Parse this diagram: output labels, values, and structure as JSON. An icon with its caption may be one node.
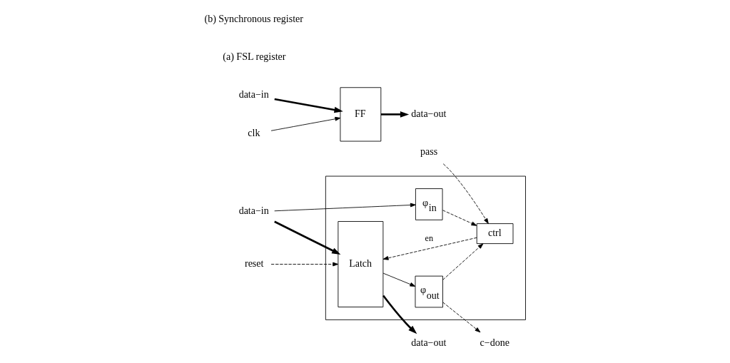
{
  "diagram": {
    "nodes": [
      {
        "text": [],
        "shape": "box"
      },
      {
        "text": [
          "Latch"
        ],
        "in": 0
      },
      {
        "text": [
          "φ$_{in}$"
        ],
        "in": 0
      },
      {
        "text": [
          "φ$_{out}$"
        ],
        "in": 0
      },
      {
        "text": [
          "ctrl"
        ],
        "in": 0
      },
      {
        "text": [
          "data−in"
        ]
      },
      {
        "text": [
          "data−out"
        ]
      },
      {
        "text": [
          "reset"
        ]
      },
      {
        "text": [
          "pass"
        ]
      },
      {
        "text": [
          "c−done"
        ]
      },
      {
        "text": [
          "FF"
        ]
      },
      {
        "text": [
          "data−in"
        ]
      },
      {
        "text": [
          "data−out"
        ]
      },
      {
        "text": [
          "clk"
        ]
      }
    ],
    "edges": [
      {
        "from": 5,
        "to": 1,
        "arrow": "to",
        "style": "thick"
      },
      {
        "from": 5,
        "to": 2,
        "arrow": "to"
      },
      {
        "from": 1,
        "to": 6,
        "arrow": "to",
        "style": "thick"
      },
      {
        "from": 1,
        "to": 3,
        "arrow": "to"
      },
      {
        "from": 7,
        "to": 1,
        "arrow": "to",
        "style": "dashed"
      },
      {
        "from": 2,
        "to": 4,
        "arrow": "to",
        "style": "dashed"
      },
      {
        "from": 3,
        "to": 4,
        "arrow": "to",
        "style": "dashed"
      },
      {
        "from": 3,
        "to": 9,
        "arrow": "to",
        "style": "dashed"
      },
      {
        "from": 8,
        "to": 4,
        "arrow": "to",
        "style": "dashed"
      },
      {
        "from": 4,
        "to": 1,
        "arrow": "to",
        "style": "dashed",
        "label": "en"
      },
      {
        "from": 11,
        "to": 10,
        "arrow": "to",
        "style": "thick"
      },
      {
        "from": 10,
        "to": 12,
        "arrow": "to",
        "style": "thick"
      },
      {
        "from": 13,
        "to": 10,
        "arrow": "to"
      }
    ],
    "labels": [
      "(a) FSL register",
      "(b) Synchronous register"
    ]
  }
}
